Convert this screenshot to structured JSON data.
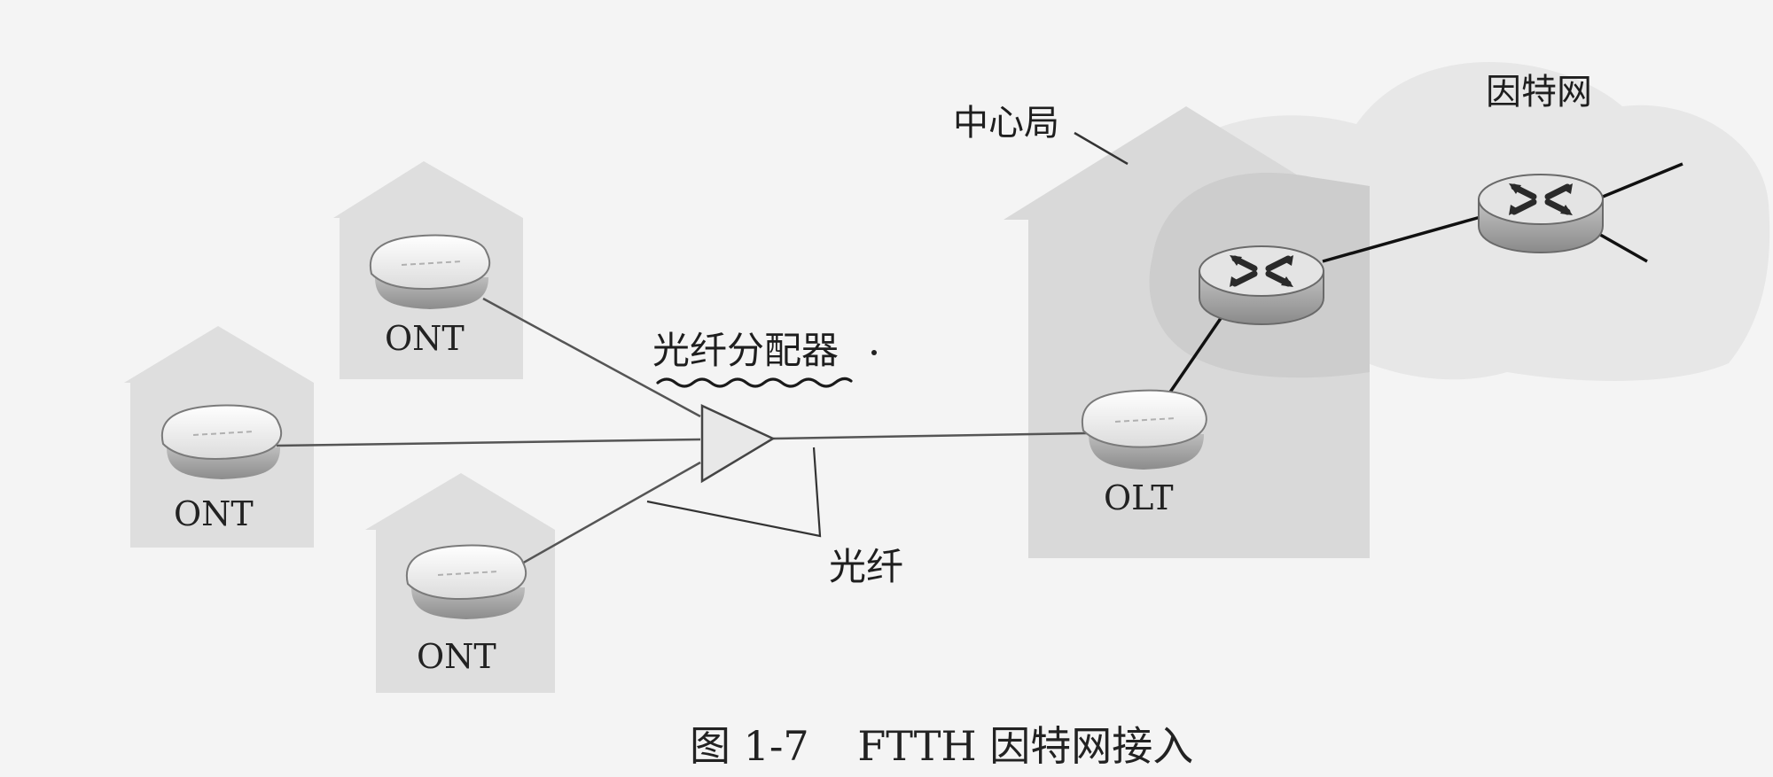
{
  "diagram": {
    "ont_left_label": "ONT",
    "ont_top_label": "ONT",
    "ont_bottom_label": "ONT",
    "splitter_label": "光纤分配器",
    "fiber_label": "光纤",
    "olt_label": "OLT",
    "central_office_label": "中心局",
    "internet_label": "因特网"
  },
  "caption": {
    "figure_number": "图 1-7",
    "title": "FTTH 因特网接入"
  }
}
